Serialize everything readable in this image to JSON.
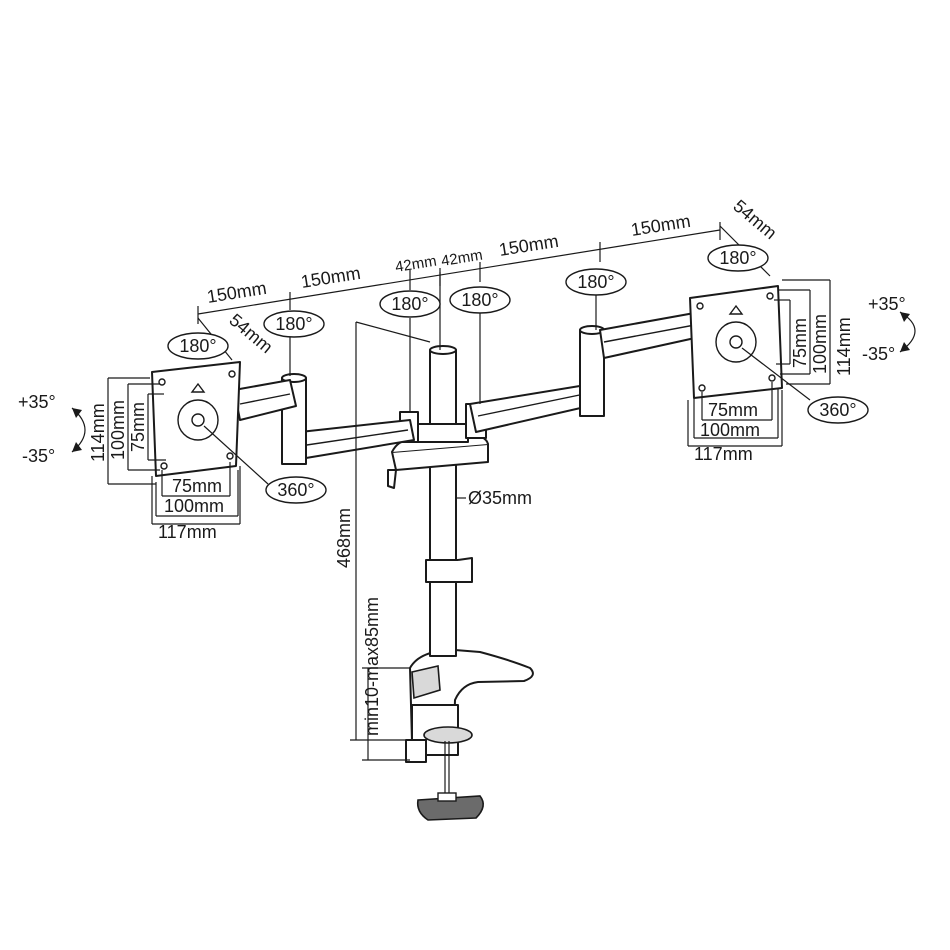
{
  "labels": {
    "arm_top_150_a": "150mm",
    "arm_top_150_b": "150mm",
    "arm_top_150_c": "150mm",
    "arm_top_150_d": "150mm",
    "plate_offset_left": "54mm",
    "plate_offset_right": "54mm",
    "pole_gap_left": "42mm",
    "pole_gap_right": "42mm",
    "height": "468mm",
    "clamp_range": "min10-max85mm",
    "pole_diameter": "Ø35mm",
    "tilt_up_left": "+35°",
    "tilt_down_left": "-35°",
    "tilt_up_right": "+35°",
    "tilt_down_right": "-35°",
    "vesa_left": {
      "h114": "114mm",
      "h100": "100mm",
      "h75": "75mm",
      "w75": "75mm",
      "w100": "100mm",
      "w117": "117mm"
    },
    "vesa_right": {
      "h114": "114mm",
      "h100": "100mm",
      "h75": "75mm",
      "w75": "75mm",
      "w100": "100mm",
      "w117": "117mm"
    }
  },
  "badges": {
    "plate_left_swivel": "180°",
    "joint_left_outer": "180°",
    "joint_left_inner": "180°",
    "joint_right_inner": "180°",
    "joint_right_outer": "180°",
    "plate_right_swivel": "180°",
    "rotate_left": "360°",
    "rotate_right": "360°"
  }
}
